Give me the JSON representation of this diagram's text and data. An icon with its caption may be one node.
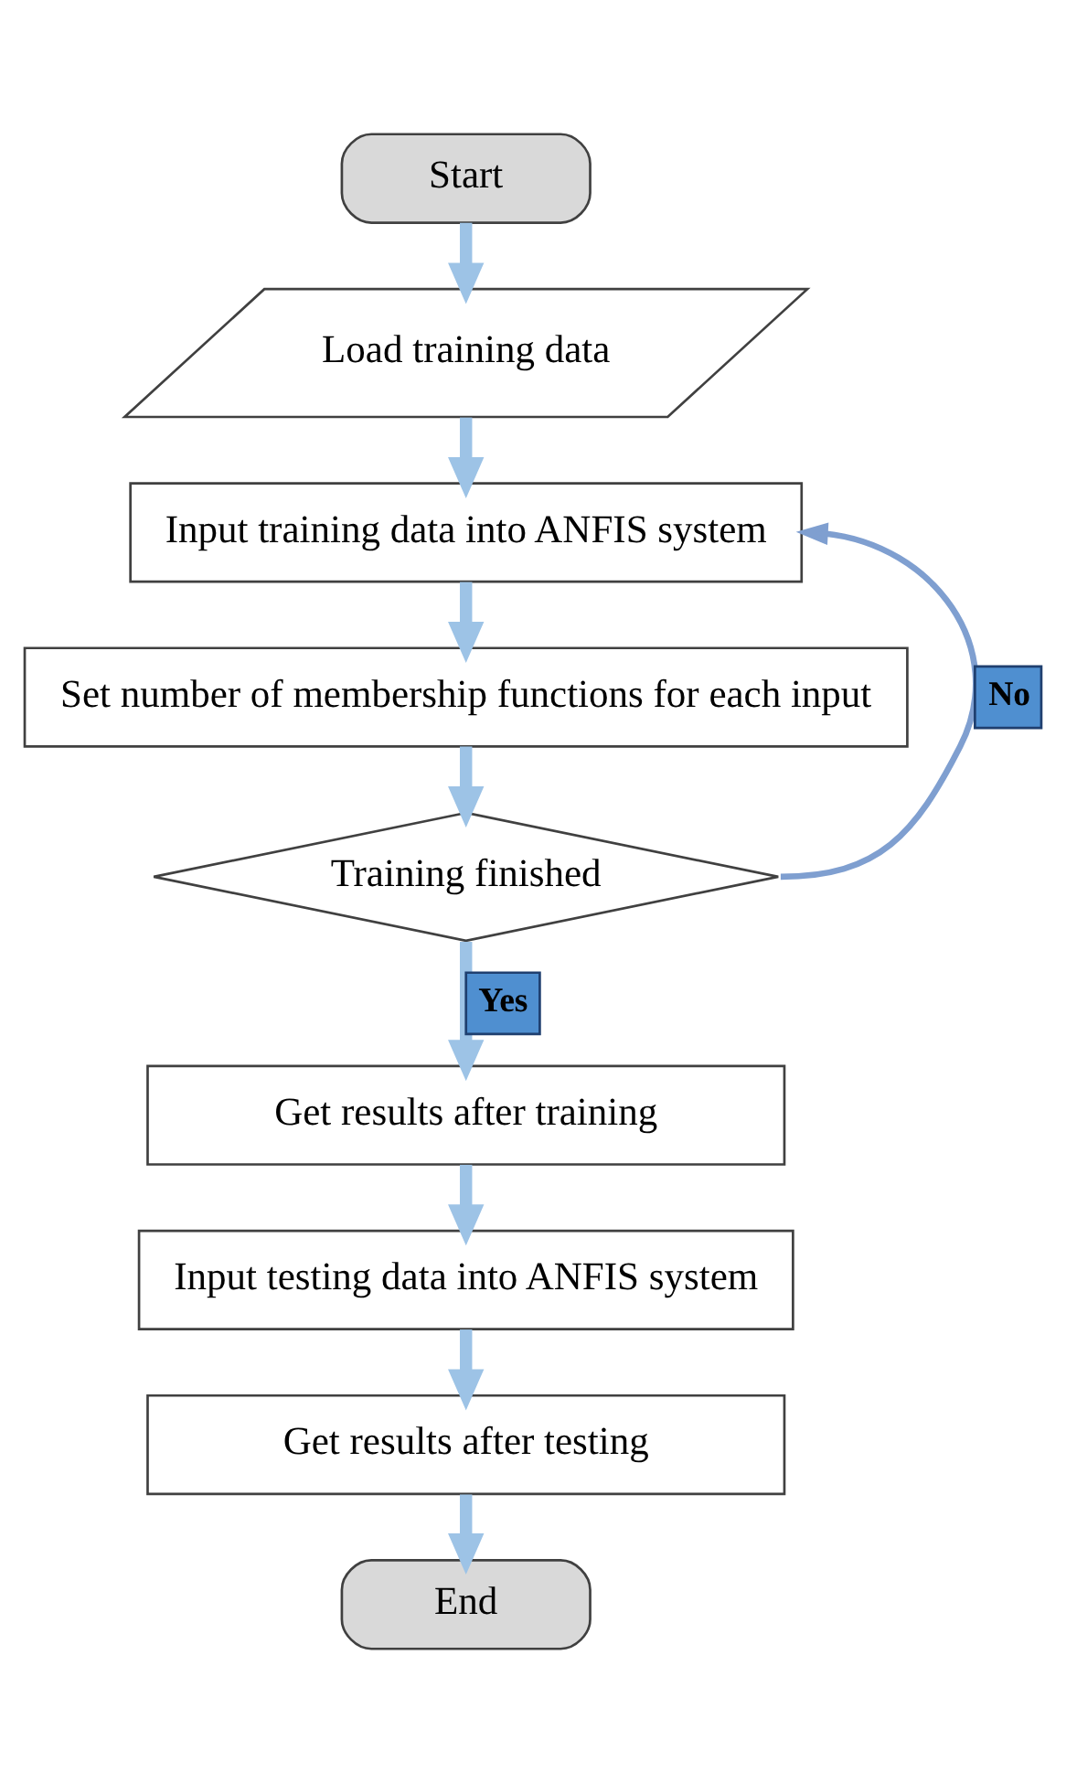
{
  "diagram": {
    "nodes": [
      {
        "text": [
          "Start"
        ]
      },
      {
        "text": [
          "Load training data"
        ]
      },
      {
        "text": [
          "Input training data into ANFIS system"
        ]
      },
      {
        "text": [
          "Set number of membership functions for each input"
        ]
      },
      {
        "text": [
          "Training finished"
        ]
      },
      {
        "text": [
          "Get results after training"
        ]
      },
      {
        "text": [
          "Input testing data into ANFIS system"
        ]
      },
      {
        "text": [
          "Get results after testing"
        ]
      },
      {
        "text": [
          "End"
        ]
      }
    ],
    "edges": [
      {
        "from": 0,
        "to": 1,
        "arrow": "to"
      },
      {
        "from": 1,
        "to": 2,
        "arrow": "to"
      },
      {
        "from": 2,
        "to": 3,
        "arrow": "to"
      },
      {
        "from": 3,
        "to": 4,
        "arrow": "to"
      },
      {
        "from": 4,
        "to": 2,
        "arrow": "to",
        "label": "No",
        "color": "#7f9fd0"
      },
      {
        "from": 4,
        "to": 5,
        "arrow": "to",
        "label": "Yes"
      },
      {
        "from": 5,
        "to": 6,
        "arrow": "to"
      },
      {
        "from": 6,
        "to": 7,
        "arrow": "to"
      },
      {
        "from": 7,
        "to": 8,
        "arrow": "to"
      }
    ]
  }
}
